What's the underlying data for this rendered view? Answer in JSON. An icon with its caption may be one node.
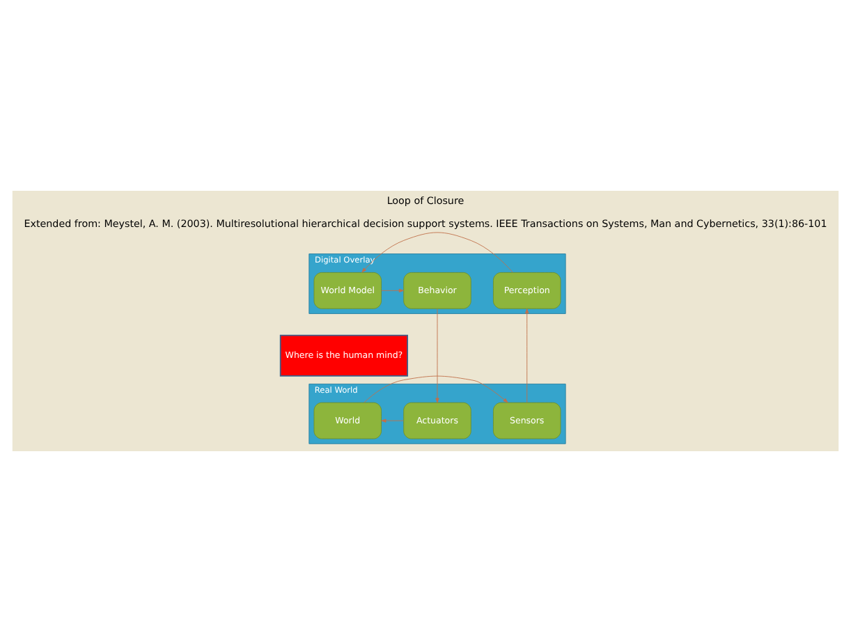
{
  "diagram": {
    "title": "Loop of Closure",
    "caption": "Extended from: Meystel, A. M. (2003). Multiresolutional hierarchical decision support systems. IEEE Transactions on Systems, Man and Cybernetics, 33(1):86-101",
    "nodes": [
      {
        "text": [
          "Digital Overlay"
        ]
      },
      {
        "text": [
          "Perception"
        ],
        "in": 0
      },
      {
        "text": [
          "World Model"
        ],
        "in": 0
      },
      {
        "text": [
          "Behavior"
        ],
        "in": 0
      },
      {
        "text": [
          "Where is the human mind?"
        ]
      },
      {
        "text": [
          "Real World"
        ]
      },
      {
        "text": [
          "Sensors"
        ],
        "in": 5
      },
      {
        "text": [
          "World"
        ],
        "in": 5
      },
      {
        "text": [
          "Actuators"
        ],
        "in": 5
      }
    ],
    "edges": [
      {
        "from": 1,
        "to": 2,
        "arrow": "to"
      },
      {
        "from": 2,
        "to": 3,
        "arrow": "to"
      },
      {
        "from": 3,
        "to": 8,
        "arrow": "to"
      },
      {
        "from": 8,
        "to": 7,
        "arrow": "to"
      },
      {
        "from": 7,
        "to": 6,
        "arrow": "to"
      },
      {
        "from": 6,
        "to": 1,
        "arrow": "to"
      }
    ]
  }
}
